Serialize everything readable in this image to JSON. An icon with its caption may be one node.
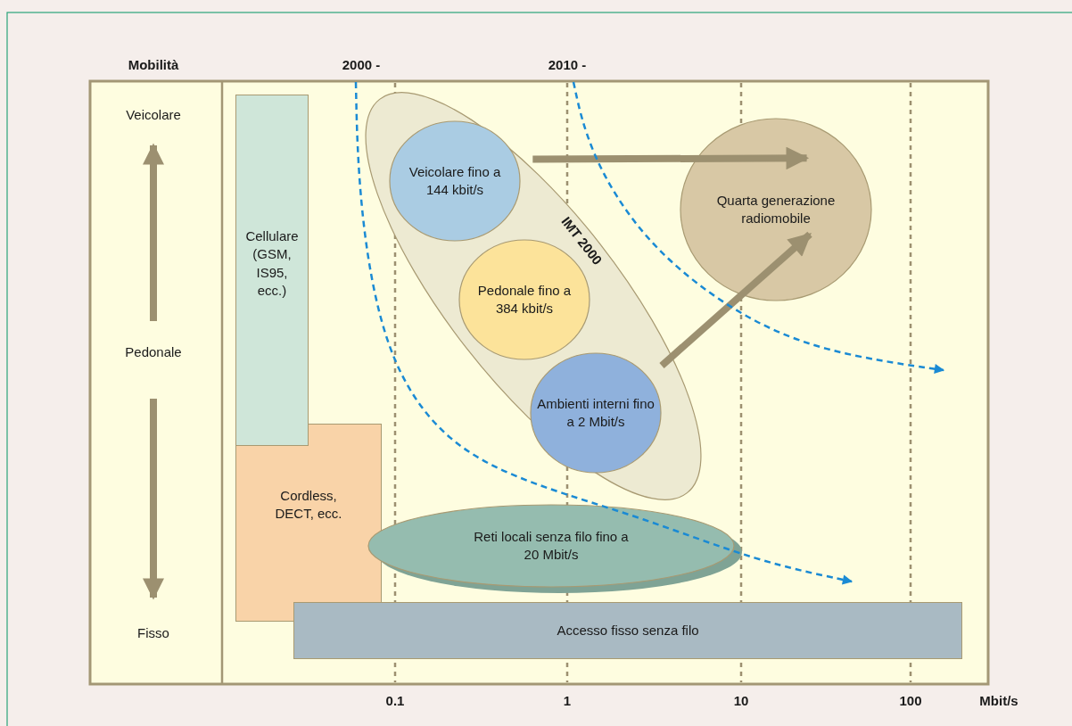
{
  "diagram": {
    "nodes": [
      {
        "text": [
          "Cellulare (GSM, IS95, ecc.)"
        ]
      },
      {
        "text": [
          "Cordless, DECT, ecc."
        ]
      },
      {
        "text": [
          "IMT 2000"
        ]
      },
      {
        "text": [
          "Veicolare fino a 144 kbit/s"
        ],
        "in": 2
      },
      {
        "text": [
          "Pedonale fino a 384 kbit/s"
        ],
        "in": 2
      },
      {
        "text": [
          "Ambienti interni fino a 2 Mbit/s"
        ],
        "in": 2
      },
      {
        "text": [
          "Quarta generazione radiomobile"
        ]
      },
      {
        "text": [
          "Reti locali senza filo fino a 20 Mbit/s"
        ]
      },
      {
        "text": [
          "Accesso fisso senza filo"
        ]
      }
    ],
    "edges": [
      {
        "from": 3,
        "to": 6,
        "arrow": "to"
      },
      {
        "from": 5,
        "to": 6,
        "arrow": "to"
      }
    ],
    "labels": [
      "Mobilità",
      "2000 -",
      "2010 -",
      "Veicolare",
      "Pedonale",
      "Fisso",
      "0.1",
      "1",
      "10",
      "100",
      "Mbit/s"
    ]
  }
}
